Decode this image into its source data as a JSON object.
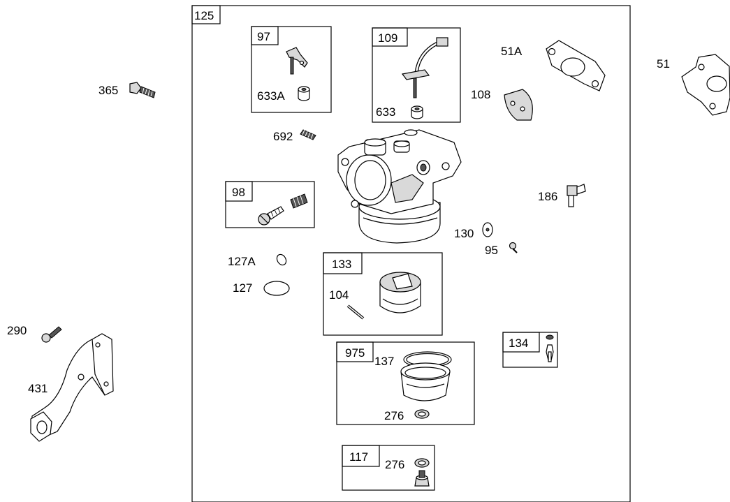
{
  "diagram": {
    "assembly": "125",
    "groups": {
      "g97": "97",
      "g109": "109",
      "g98": "98",
      "g133": "133",
      "g975": "975",
      "g134": "134",
      "g117": "117"
    },
    "parts": {
      "p365": "365",
      "p633A": "633A",
      "p633": "633",
      "p51A": "51A",
      "p51": "51",
      "p108": "108",
      "p692": "692",
      "p186": "186",
      "p130": "130",
      "p95": "95",
      "p127A": "127A",
      "p127": "127",
      "p104": "104",
      "p137": "137",
      "p276a": "276",
      "p276b": "276",
      "p290": "290",
      "p431": "431"
    }
  }
}
